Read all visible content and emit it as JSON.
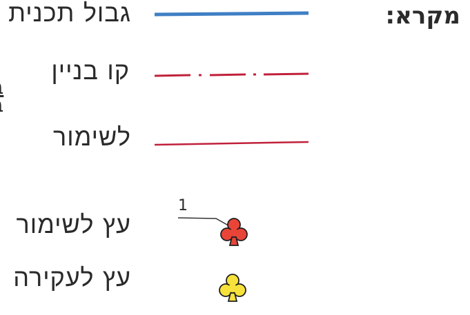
{
  "legend": {
    "title": "מקרא:",
    "items": [
      {
        "label": "גבול תכנית",
        "symbol": "solid-line",
        "color": "#3f7fc4"
      },
      {
        "label": "קו בניין",
        "symbol": "dash-dot-line",
        "color": "#c0203a"
      },
      {
        "label": "לשימור",
        "symbol": "solid-line",
        "color": "#c0203a"
      },
      {
        "label": "עץ לשימור",
        "symbol": "tree-icon",
        "color": "#e84538",
        "number": "1"
      },
      {
        "label": "עץ לעקירה",
        "symbol": "tree-icon",
        "color": "#f7e23c"
      }
    ],
    "cut_text": {
      "line1": "ב",
      "line2": "ב"
    }
  }
}
